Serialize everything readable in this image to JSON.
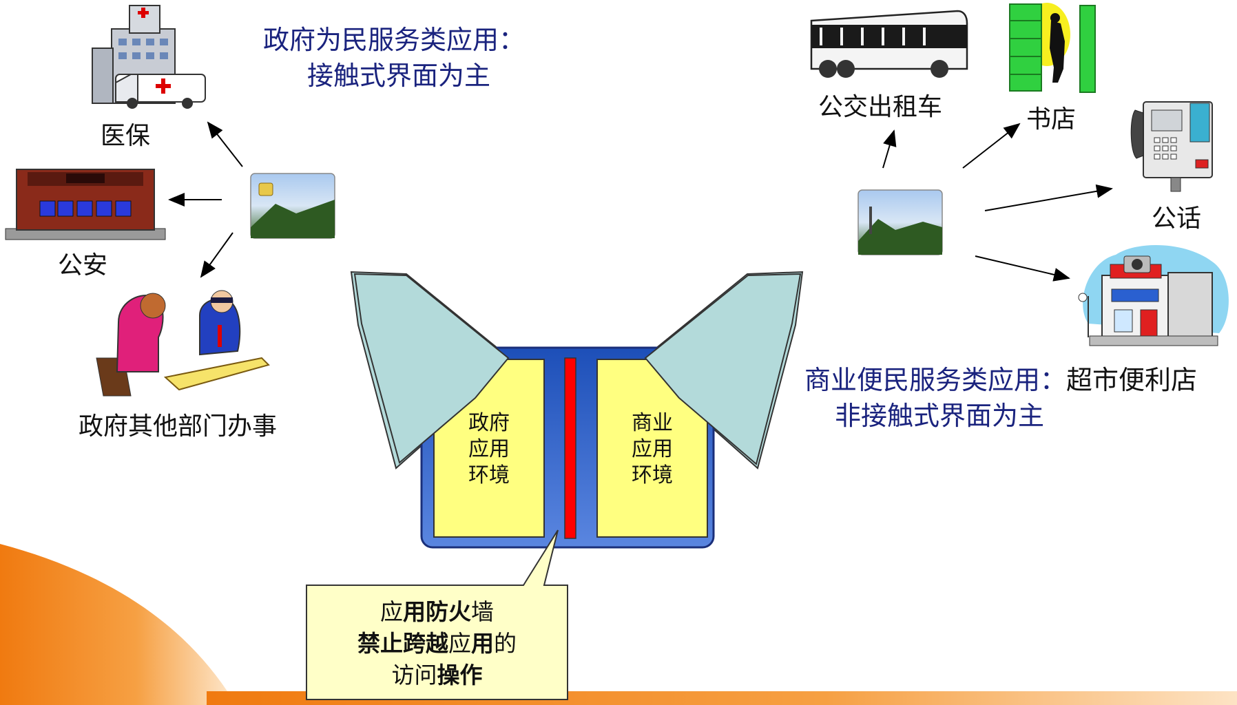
{
  "government": {
    "heading_line1": "政府为民服务类应用：",
    "heading_line2": "接触式界面为主",
    "targets": {
      "medical": "医保",
      "police": "公安",
      "other_departments": "政府其他部门办事"
    }
  },
  "commercial": {
    "heading_line1": "商业便民服务类应用：",
    "heading_line1_suffix": "超市便利店",
    "heading_line2": "非接触式界面为主",
    "targets": {
      "bus_taxi": "公交出租车",
      "bookstore": "书店",
      "payphone": "公话"
    }
  },
  "card_chip": {
    "left_env": [
      "政府",
      "应用",
      "环境"
    ],
    "right_env": [
      "商业",
      "应用",
      "环境"
    ]
  },
  "callout": {
    "line1": [
      {
        "t": "应",
        "b": false
      },
      {
        "t": "用防火",
        "b": true
      },
      {
        "t": "墙",
        "b": false
      }
    ],
    "line2": [
      {
        "t": "禁止跨越",
        "b": true
      },
      {
        "t": "应",
        "b": false
      },
      {
        "t": "用",
        "b": true
      },
      {
        "t": "的",
        "b": false
      }
    ],
    "line3": [
      {
        "t": "访问",
        "b": false
      },
      {
        "t": "操作",
        "b": true
      }
    ]
  },
  "colors": {
    "heading_blue": "#1a237e",
    "arrow_fill": "#b3dada",
    "env_yellow": "#ffff80",
    "chip_frame_blue": "#3a63c8",
    "firewall_red": "#ff0000",
    "callout_bg": "#ffffc8",
    "accent_orange": "#f08a1c"
  }
}
